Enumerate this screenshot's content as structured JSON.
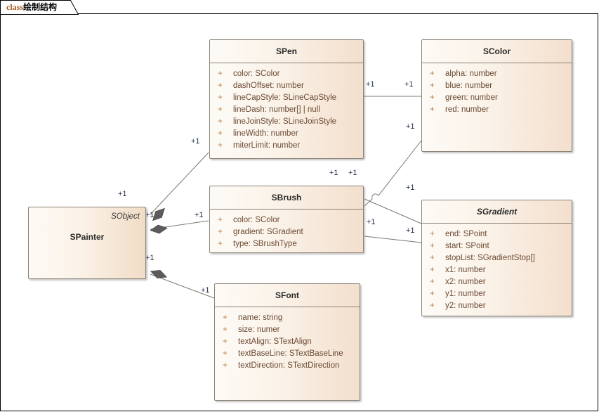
{
  "tab": {
    "keyword": "class",
    "name": "绘制结构"
  },
  "classes": {
    "spainter": {
      "name": "SPainter",
      "supertype": "SObject"
    },
    "spen": {
      "name": "SPen",
      "attributes": [
        {
          "vis": "+",
          "text": "color: SColor"
        },
        {
          "vis": "+",
          "text": "dashOffset: number"
        },
        {
          "vis": "+",
          "text": "lineCapStyle: SLineCapStyle"
        },
        {
          "vis": "+",
          "text": "lineDash: number[] | null"
        },
        {
          "vis": "+",
          "text": "lineJoinStyle: SLineJoinStyle"
        },
        {
          "vis": "+",
          "text": "lineWidth: number"
        },
        {
          "vis": "+",
          "text": "miterLimit: number"
        }
      ]
    },
    "scolor": {
      "name": "SColor",
      "attributes": [
        {
          "vis": "+",
          "text": "alpha: number"
        },
        {
          "vis": "+",
          "text": "blue: number"
        },
        {
          "vis": "+",
          "text": "green: number"
        },
        {
          "vis": "+",
          "text": "red: number"
        }
      ]
    },
    "sbrush": {
      "name": "SBrush",
      "attributes": [
        {
          "vis": "+",
          "text": "color: SColor"
        },
        {
          "vis": "+",
          "text": "gradient: SGradient"
        },
        {
          "vis": "+",
          "text": "type: SBrushType"
        }
      ]
    },
    "sgradient": {
      "name": "SGradient",
      "abstract": true,
      "attributes": [
        {
          "vis": "+",
          "text": "end: SPoint"
        },
        {
          "vis": "+",
          "text": "start: SPoint"
        },
        {
          "vis": "+",
          "text": "stopList: SGradientStop[]"
        },
        {
          "vis": "+",
          "text": "x1: number"
        },
        {
          "vis": "+",
          "text": "x2: number"
        },
        {
          "vis": "+",
          "text": "y1: number"
        },
        {
          "vis": "+",
          "text": "y2: number"
        }
      ]
    },
    "sfont": {
      "name": "SFont",
      "attributes": [
        {
          "vis": "+",
          "text": "name: string"
        },
        {
          "vis": "+",
          "text": "size: numer"
        },
        {
          "vis": "+",
          "text": "textAlign: STextAlign"
        },
        {
          "vis": "+",
          "text": "textBaseLine: STextBaseLine"
        },
        {
          "vis": "+",
          "text": "textDirection: STextDirection"
        }
      ]
    }
  },
  "multiplicities": {
    "painter_pen": "+1",
    "pen_end": "+1",
    "painter_brush": "+1",
    "brush_start": "+1",
    "painter_font": "+1",
    "font_start": "+1",
    "pen_color": "+1",
    "color_from_pen": "+1",
    "color_from_brush": "+1",
    "brush_color": "+1",
    "gradient_from_brush": "+1",
    "brush_gradient": "+1",
    "gradient_end": "+1"
  },
  "colors": {
    "class_border": "#8c8276",
    "class_fill_light": "#fdfbf7",
    "class_fill_dark": "#f3dfcd",
    "connector": "#7a7a72",
    "diamond": "#5c5c5c",
    "attribute_text": "#6b4a33",
    "visibility": "#c07a3a",
    "keyword": "#a85b1b"
  }
}
